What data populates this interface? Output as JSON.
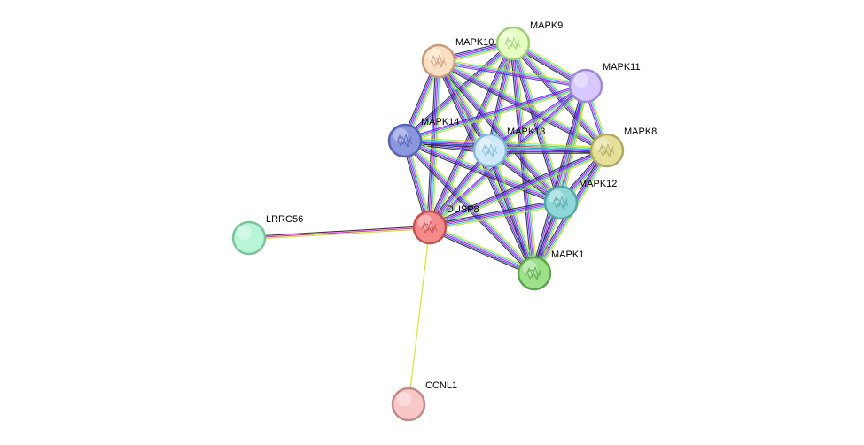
{
  "network": {
    "nodes": [
      {
        "id": "MAPK9",
        "label": "MAPK9",
        "fill": "#e6ffc0",
        "stroke": "#9fcc7f",
        "structure": true
      },
      {
        "id": "MAPK10",
        "label": "MAPK10",
        "fill": "#fde0c4",
        "stroke": "#c89b78",
        "structure": true
      },
      {
        "id": "MAPK11",
        "label": "MAPK11",
        "fill": "#d8c8ff",
        "stroke": "#9e8ad6",
        "structure": false
      },
      {
        "id": "MAPK14",
        "label": "MAPK14",
        "fill": "#8a96e0",
        "stroke": "#5563b0",
        "structure": true
      },
      {
        "id": "MAPK13",
        "label": "MAPK13",
        "fill": "#cde8f8",
        "stroke": "#84b8d8",
        "structure": true
      },
      {
        "id": "MAPK8",
        "label": "MAPK8",
        "fill": "#e4e09a",
        "stroke": "#b0a860",
        "structure": true
      },
      {
        "id": "MAPK12",
        "label": "MAPK12",
        "fill": "#8fd6d6",
        "stroke": "#4fa6a6",
        "structure": true
      },
      {
        "id": "DUSP8",
        "label": "DUSP8",
        "fill": "#f58a8a",
        "stroke": "#c85050",
        "structure": true
      },
      {
        "id": "LRRC56",
        "label": "LRRC56",
        "fill": "#b8f4d6",
        "stroke": "#79c49c",
        "structure": false
      },
      {
        "id": "MAPK1",
        "label": "MAPK1",
        "fill": "#9ee08a",
        "stroke": "#5aa64a",
        "structure": true
      },
      {
        "id": "CCNL1",
        "label": "CCNL1",
        "fill": "#f8c8c8",
        "stroke": "#c48a8a",
        "structure": false
      }
    ],
    "edge_colors": [
      "#d0e000",
      "#00d8e0",
      "#e000e0",
      "#3030ff",
      "#202020",
      "#b0e080"
    ],
    "edges": [
      {
        "a": "MAPK9",
        "b": "MAPK10",
        "types": [
          0,
          1,
          2,
          3,
          4
        ]
      },
      {
        "a": "MAPK9",
        "b": "MAPK11",
        "types": [
          0,
          1,
          2,
          3,
          4
        ]
      },
      {
        "a": "MAPK9",
        "b": "MAPK14",
        "types": [
          0,
          1,
          2,
          3,
          4
        ]
      },
      {
        "a": "MAPK9",
        "b": "MAPK13",
        "types": [
          0,
          1,
          2,
          3,
          4
        ]
      },
      {
        "a": "MAPK9",
        "b": "MAPK8",
        "types": [
          0,
          1,
          2,
          3,
          4
        ]
      },
      {
        "a": "MAPK9",
        "b": "MAPK12",
        "types": [
          0,
          1,
          2,
          3,
          4
        ]
      },
      {
        "a": "MAPK9",
        "b": "DUSP8",
        "types": [
          0,
          1,
          2,
          3,
          4
        ]
      },
      {
        "a": "MAPK9",
        "b": "MAPK1",
        "types": [
          0,
          1,
          2,
          3,
          4
        ]
      },
      {
        "a": "MAPK10",
        "b": "MAPK11",
        "types": [
          0,
          1,
          2,
          3
        ]
      },
      {
        "a": "MAPK10",
        "b": "MAPK14",
        "types": [
          0,
          1,
          2,
          3,
          4
        ]
      },
      {
        "a": "MAPK10",
        "b": "MAPK13",
        "types": [
          0,
          1,
          2,
          3,
          4
        ]
      },
      {
        "a": "MAPK10",
        "b": "MAPK8",
        "types": [
          0,
          1,
          2,
          3,
          4
        ]
      },
      {
        "a": "MAPK10",
        "b": "MAPK12",
        "types": [
          0,
          1,
          2,
          3,
          4
        ]
      },
      {
        "a": "MAPK10",
        "b": "DUSP8",
        "types": [
          0,
          1,
          2,
          3,
          4
        ]
      },
      {
        "a": "MAPK10",
        "b": "MAPK1",
        "types": [
          0,
          1,
          2,
          3,
          4
        ]
      },
      {
        "a": "MAPK11",
        "b": "MAPK14",
        "types": [
          0,
          1,
          2,
          3
        ]
      },
      {
        "a": "MAPK11",
        "b": "MAPK13",
        "types": [
          0,
          1,
          2,
          3
        ]
      },
      {
        "a": "MAPK11",
        "b": "MAPK8",
        "types": [
          0,
          1,
          2,
          3
        ]
      },
      {
        "a": "MAPK11",
        "b": "MAPK12",
        "types": [
          0,
          1,
          2,
          3
        ]
      },
      {
        "a": "MAPK11",
        "b": "DUSP8",
        "types": [
          0,
          1,
          2,
          3
        ]
      },
      {
        "a": "MAPK11",
        "b": "MAPK1",
        "types": [
          0,
          1,
          2,
          3,
          4
        ]
      },
      {
        "a": "MAPK14",
        "b": "MAPK13",
        "types": [
          0,
          1,
          2,
          3,
          4
        ]
      },
      {
        "a": "MAPK14",
        "b": "MAPK8",
        "types": [
          0,
          1,
          2,
          3,
          4
        ]
      },
      {
        "a": "MAPK14",
        "b": "MAPK12",
        "types": [
          0,
          1,
          2,
          3,
          4
        ]
      },
      {
        "a": "MAPK14",
        "b": "DUSP8",
        "types": [
          0,
          1,
          2,
          3,
          4
        ]
      },
      {
        "a": "MAPK14",
        "b": "MAPK1",
        "types": [
          0,
          1,
          2,
          3,
          4
        ]
      },
      {
        "a": "MAPK13",
        "b": "MAPK8",
        "types": [
          0,
          1,
          2,
          3,
          4
        ]
      },
      {
        "a": "MAPK13",
        "b": "MAPK12",
        "types": [
          0,
          1,
          2,
          3,
          4
        ]
      },
      {
        "a": "MAPK13",
        "b": "DUSP8",
        "types": [
          0,
          1,
          2,
          3,
          4
        ]
      },
      {
        "a": "MAPK13",
        "b": "MAPK1",
        "types": [
          0,
          1,
          2,
          3,
          4
        ]
      },
      {
        "a": "MAPK8",
        "b": "MAPK12",
        "types": [
          0,
          1,
          2,
          3,
          4
        ]
      },
      {
        "a": "MAPK8",
        "b": "DUSP8",
        "types": [
          0,
          1,
          2,
          3,
          4
        ]
      },
      {
        "a": "MAPK8",
        "b": "MAPK1",
        "types": [
          0,
          1,
          2,
          3,
          4
        ]
      },
      {
        "a": "MAPK12",
        "b": "DUSP8",
        "types": [
          0,
          1,
          2,
          3,
          4
        ]
      },
      {
        "a": "MAPK12",
        "b": "MAPK1",
        "types": [
          0,
          1,
          2,
          3,
          4
        ]
      },
      {
        "a": "DUSP8",
        "b": "MAPK1",
        "types": [
          0,
          1,
          2,
          3,
          4
        ]
      },
      {
        "a": "DUSP8",
        "b": "LRRC56",
        "types": [
          0,
          2,
          4
        ]
      },
      {
        "a": "DUSP8",
        "b": "CCNL1",
        "types": [
          0
        ]
      }
    ]
  }
}
